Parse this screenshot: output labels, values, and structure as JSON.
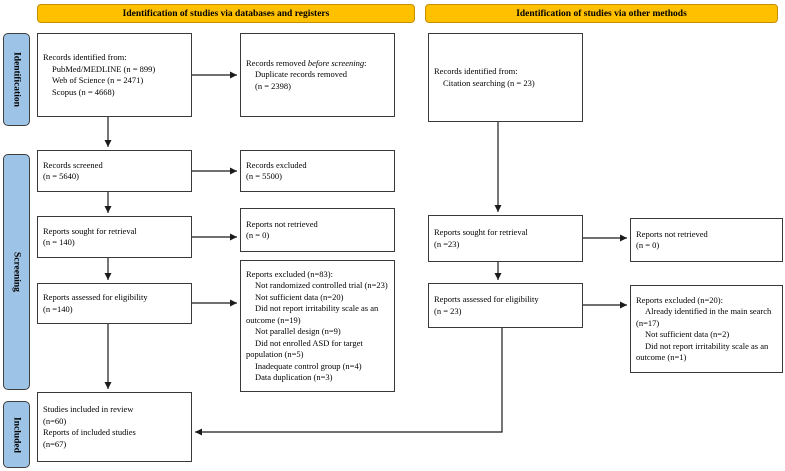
{
  "headers": {
    "databases": "Identification of studies via databases and registers",
    "other": "Identification of studies via other methods"
  },
  "phases": {
    "identification": "Identification",
    "screening": "Screening",
    "included": "Included"
  },
  "colors": {
    "header_bg": "#FFC000",
    "header_border": "#C49000",
    "stage_bg": "#9DC3E6",
    "stage_border": "#404040",
    "box_border": "#3A3A3A",
    "arrow": "#1B1B1B"
  },
  "boxes": {
    "records_identified_databases": {
      "lines": [
        {
          "text": "Records identified from:",
          "indent": 0
        },
        {
          "text": "PubMed/MEDLINE (n = 899)",
          "indent": 1
        },
        {
          "text": "Web of Science (n = 2471)",
          "indent": 1
        },
        {
          "text": "Scopus (n = 4668)",
          "indent": 1
        }
      ]
    },
    "records_removed": {
      "lines": [
        {
          "parts": [
            {
              "t": "Records removed "
            },
            {
              "t": "before screening",
              "italic": true
            },
            {
              "t": ":"
            }
          ],
          "indent": 0
        },
        {
          "text": "Duplicate records removed",
          "indent": 1
        },
        {
          "text": "(n = 2398)",
          "indent": 1
        }
      ]
    },
    "records_screened": {
      "lines": [
        {
          "text": "Records screened",
          "indent": 0
        },
        {
          "text": "(n = 5640)",
          "indent": 0
        }
      ]
    },
    "records_excluded": {
      "lines": [
        {
          "text": "Records excluded",
          "indent": 0
        },
        {
          "text": "(n = 5500)",
          "indent": 0
        }
      ]
    },
    "reports_sought_databases": {
      "lines": [
        {
          "text": "Reports sought for retrieval",
          "indent": 0
        },
        {
          "text": "(n = 140)",
          "indent": 0
        }
      ]
    },
    "reports_not_retrieved_databases": {
      "lines": [
        {
          "text": "Reports not retrieved",
          "indent": 0
        },
        {
          "text": "(n = 0)",
          "indent": 0
        }
      ]
    },
    "reports_assessed_databases": {
      "lines": [
        {
          "text": "Reports assessed for eligibility",
          "indent": 0
        },
        {
          "text": "(n =140)",
          "indent": 0
        }
      ]
    },
    "reports_excluded_databases": {
      "lines": [
        {
          "text": "Reports excluded (n=83):",
          "indent": 0
        },
        {
          "text": "Not randomized controlled trial (n=23)",
          "indent": 1
        },
        {
          "text": "Not sufficient data (n=20)",
          "indent": 1
        },
        {
          "text": "Did not report irritability scale as an outcome (n=19)",
          "indent": 1
        },
        {
          "text": "Not parallel design (n=9)",
          "indent": 1
        },
        {
          "text": "Did not enrolled ASD for target population (n=5)",
          "indent": 1
        },
        {
          "text": "Inadequate control group (n=4)",
          "indent": 1
        },
        {
          "text": "Data duplication (n=3)",
          "indent": 1
        }
      ]
    },
    "studies_included": {
      "lines": [
        {
          "text": "Studies included in review",
          "indent": 0
        },
        {
          "text": "(n=60)",
          "indent": 0
        },
        {
          "text": "Reports of included studies",
          "indent": 0
        },
        {
          "text": "(n=67)",
          "indent": 0
        }
      ]
    },
    "records_identified_other": {
      "lines": [
        {
          "text": "Records identified from:",
          "indent": 0
        },
        {
          "text": "Citation searching (n = 23)",
          "indent": 1
        }
      ]
    },
    "reports_sought_other": {
      "lines": [
        {
          "text": "Reports sought for retrieval",
          "indent": 0
        },
        {
          "text": "(n =23)",
          "indent": 0
        }
      ]
    },
    "reports_not_retrieved_other": {
      "lines": [
        {
          "text": "Reports not retrieved",
          "indent": 0
        },
        {
          "text": "(n = 0)",
          "indent": 0
        }
      ]
    },
    "reports_assessed_other": {
      "lines": [
        {
          "text": "Reports assessed for eligibility",
          "indent": 0
        },
        {
          "text": "(n = 23)",
          "indent": 0
        }
      ]
    },
    "reports_excluded_other": {
      "lines": [
        {
          "text": "Reports excluded (n=20):",
          "indent": 0
        },
        {
          "text": "Already identified in the main search (n=17)",
          "indent": 1
        },
        {
          "text": "Not sufficient data (n=2)",
          "indent": 1
        },
        {
          "text": "Did not report irritability scale as an outcome (n=1)",
          "indent": 1
        }
      ]
    }
  }
}
